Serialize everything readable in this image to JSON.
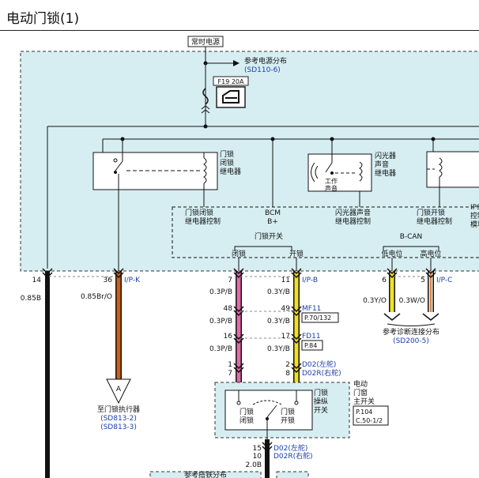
{
  "title": "电动门锁(1)",
  "colors": {
    "bus": "#d6eef2",
    "blue": "#1a3fa8",
    "black": "#111111",
    "orange": "#c8601a",
    "pink": "#e06aa8",
    "yellow": "#f2e020"
  },
  "power": {
    "label": "常时电源",
    "fuse": "F19 20A",
    "ref_label": "参考电源分布",
    "ref_code": "(SD110-6)"
  },
  "relays": {
    "lock": [
      "门锁",
      "闭锁",
      "继电器"
    ],
    "flasher": [
      "闪光器",
      "声音",
      "继电器"
    ],
    "flasher_inner": [
      "工作",
      "声音"
    ]
  },
  "bcm": {
    "lock_ctrl": [
      "门锁闭锁",
      "继电器控制"
    ],
    "bcm": [
      "BCM",
      "B+"
    ],
    "flasher_ctrl": [
      "闪光器声音",
      "继电器控制"
    ],
    "unlock_ctrl": [
      "门锁开锁",
      "继电器控制"
    ],
    "ips": [
      "IPS",
      "控制",
      "模块"
    ],
    "switch_label": "门锁开关",
    "lock": "闭锁",
    "unlock": "开锁",
    "bcan": "B-CAN",
    "low": "低电位",
    "high": "高电位"
  },
  "wires": {
    "w14": {
      "pin": "14",
      "gauge": "0.85B"
    },
    "w36": {
      "pin": "36",
      "conn": "I/P-K",
      "gauge": "0.85Br/O"
    },
    "lock_col": {
      "pins": [
        "7",
        "48",
        "16",
        "1",
        "7"
      ],
      "gauges": [
        "0.3P/B",
        "0.3P/B",
        "0.3P/B"
      ]
    },
    "unlock_col": {
      "pins": [
        "11",
        "49",
        "17",
        "2",
        "8"
      ],
      "conns": [
        "I/P-B",
        "MF11",
        "FD11"
      ],
      "gauges": [
        "0.3Y/B",
        "0.3Y/B",
        "0.3Y/B"
      ],
      "boxes": [
        "P.70/132",
        "P.84"
      ],
      "d02": "D02(左舵)",
      "d02r": "D02R(右舵)"
    },
    "can": {
      "pins": [
        "6",
        "5"
      ],
      "conn": "I/P-C",
      "gauges": [
        "0.3Y/O",
        "0.3W/O"
      ],
      "ref_label": "参考诊断连接分布",
      "ref_code": "(SD200-5)"
    },
    "bottom": {
      "pins": [
        "15",
        "10"
      ],
      "gauge": "2.0B",
      "d02": "D02(左舵)",
      "d02r": "D02R(右舵)"
    }
  },
  "actuator": {
    "letter": "A",
    "label": "至门锁执行器",
    "codes": [
      "(SD813-2)",
      "(SD813-3)"
    ]
  },
  "master_switch": {
    "name": [
      "电动",
      "门窗",
      "主开关"
    ],
    "inner": [
      "门锁",
      "操纵",
      "开关"
    ],
    "lock": [
      "门锁",
      "闭锁"
    ],
    "unlock": [
      "门锁",
      "开锁"
    ],
    "page": [
      "P.104",
      "C.50-1/2"
    ]
  },
  "bottom_ref": "参考搭铁分布"
}
